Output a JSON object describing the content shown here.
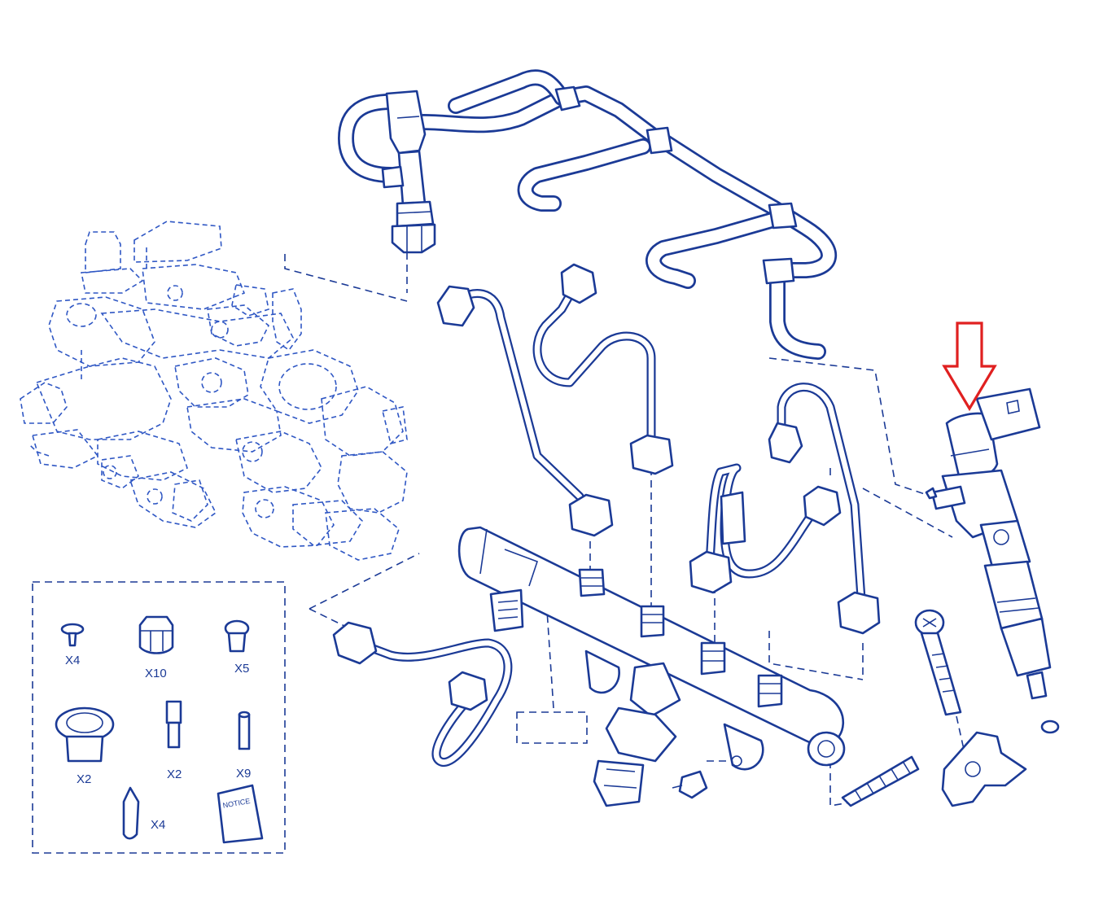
{
  "kit": {
    "items": [
      {
        "name": "screw-plug",
        "label": "X4"
      },
      {
        "name": "cap",
        "label": "X10"
      },
      {
        "name": "small-cap",
        "label": "X5"
      },
      {
        "name": "large-cap",
        "label": "X2"
      },
      {
        "name": "long-plug",
        "label": "X2"
      },
      {
        "name": "small-pin",
        "label": "X9"
      },
      {
        "name": "pointed-plug",
        "label": "X4"
      }
    ],
    "notice_label": "NOTICE"
  },
  "highlight": {
    "target": "injector",
    "color": "#e02020"
  },
  "colors": {
    "line": "#1b3a96",
    "background": "#ffffff"
  }
}
